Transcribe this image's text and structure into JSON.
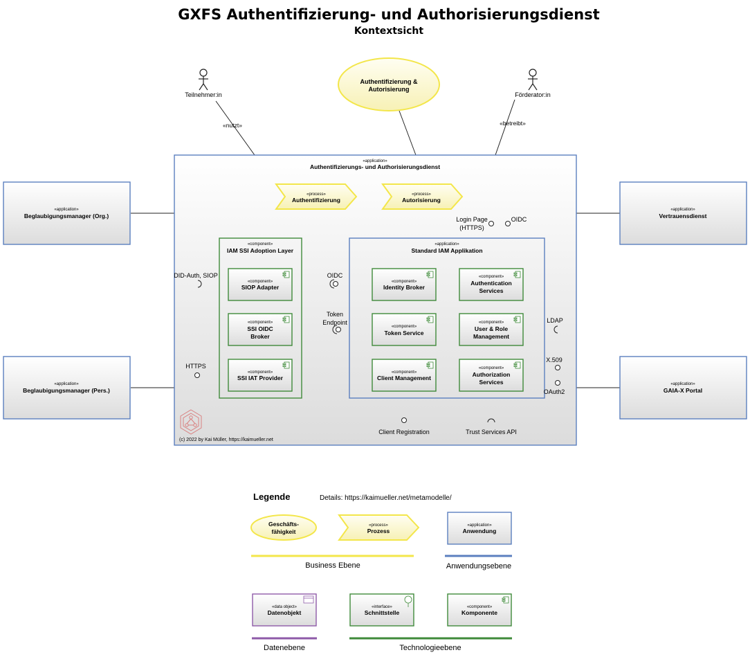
{
  "header": {
    "title": "GXFS Authentifizierung- und Authorisierungsdienst",
    "subtitle": "Kontextsicht"
  },
  "actors": {
    "participant": "Teilnehmer:in",
    "sponsor": "Förderator:in",
    "uses": "«nutzt»",
    "operates": "«betreibt»"
  },
  "capability": {
    "line1": "Authentifizierung &",
    "line2": "Autorisierung"
  },
  "main_app": {
    "stereotype": "«application»",
    "name": "Authentifizierungs- und Authorisierungsdienst"
  },
  "processes": {
    "stereotype": "«process»",
    "authn": "Authentifizierung",
    "authz": "Autorisierung"
  },
  "external_apps": {
    "stereotype": "«application»",
    "cert_org": "Beglaubigungsmanager (Org.)",
    "cert_pers": "Beglaubigungsmanager (Pers.)",
    "trust": "Vertrauensdienst",
    "portal": "GAIA-X Portal"
  },
  "adoption_layer": {
    "stereotype": "«component»",
    "name": "IAM SSI Adoption Layer",
    "siop": "SIOP Adapter",
    "oidc_broker_1": "SSI OIDC",
    "oidc_broker_2": "Broker",
    "iat": "SSI IAT Provider"
  },
  "iam_app": {
    "stereotype": "«application»",
    "name": "Standard IAM Applikation",
    "comp_stereotype": "«component»",
    "identity_broker": "Identity Broker",
    "auth_services_1": "Authentication",
    "auth_services_2": "Services",
    "token_service": "Token Service",
    "user_role_1": "User & Role",
    "user_role_2": "Management",
    "client_mgmt": "Client Management",
    "authz_services_1": "Authorization",
    "authz_services_2": "Services"
  },
  "interfaces": {
    "did_auth": "DID-Auth, SIOP",
    "https": "HTTPS",
    "oidc": "OIDC",
    "token_1": "Token",
    "token_2": "Endpoint",
    "login_1": "Login Page",
    "login_2": "(HTTPS)",
    "oidc_top": "OIDC",
    "ldap": "LDAP",
    "x509": "X.509",
    "oauth2": "OAuth2",
    "client_reg": "Client Registration",
    "trust_api": "Trust Services API"
  },
  "copyright": "(c) 2022 by Kai Müller, https://kaimueller.net",
  "legend": {
    "title": "Legende",
    "details": "Details: https://kaimueller.net/metamodelle/",
    "capability_1": "Geschäfts-",
    "capability_2": "fähigkeit",
    "process_stereotype": "«process»",
    "process": "Prozess",
    "application_stereotype": "«application»",
    "application": "Anwendung",
    "business_level": "Business Ebene",
    "application_level": "Anwendungsebene",
    "data_stereotype": "«data object»",
    "data_object": "Datenobjekt",
    "interface_stereotype": "«interface»",
    "interface": "Schnittstelle",
    "component_stereotype": "«component»",
    "component": "Komponente",
    "data_level": "Datenebene",
    "tech_level": "Technologieebene"
  },
  "colors": {
    "application": "#5b7fbf",
    "component": "#3f8a3a",
    "business": "#f3e64a",
    "data": "#8e5aa8",
    "logo": "#d98080"
  }
}
